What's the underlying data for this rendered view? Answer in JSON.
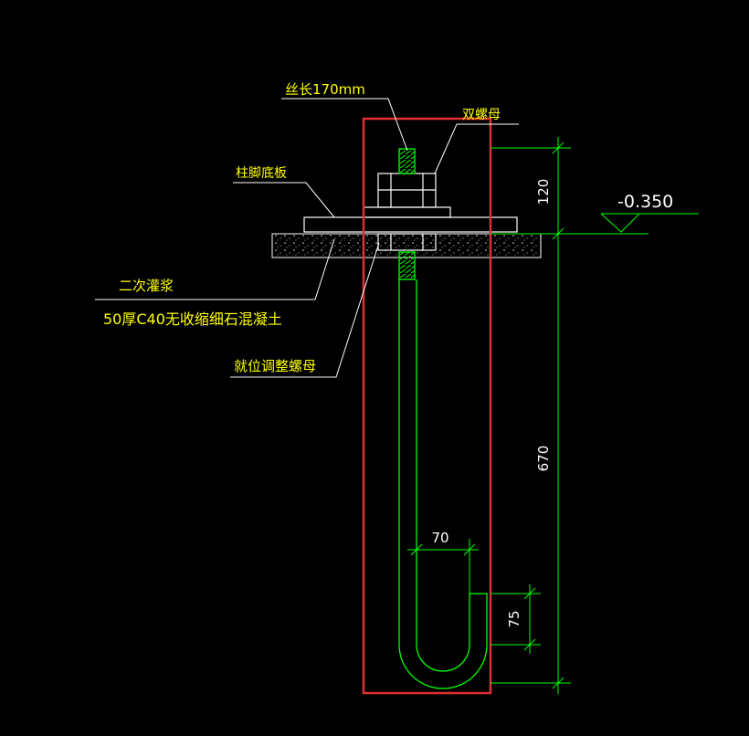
{
  "labels": {
    "thread_length": "丝长170mm",
    "double_nut": "双螺母",
    "base_plate": "柱脚底板",
    "secondary_grout": "二次灌浆",
    "grout_spec": "50厚C40无收缩细石混凝土",
    "leveling_nut": "就位调整螺母"
  },
  "dimensions": {
    "top": "120",
    "embed": "670",
    "hook_width": "70",
    "hook_height": "75",
    "elevation": "-0.350"
  },
  "colors": {
    "background": "#000000",
    "drawing": "#ffffff",
    "dimension": "#00ff00",
    "annotation_text": "#ffff00",
    "highlight": "#e03030"
  }
}
